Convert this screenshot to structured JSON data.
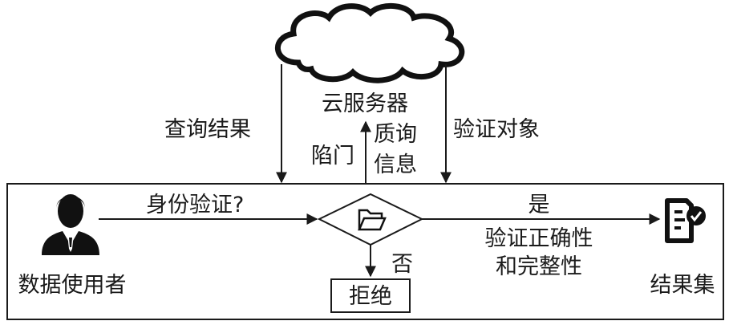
{
  "cloud": {
    "label": "云服务器"
  },
  "flows": {
    "query_result": "查询结果",
    "trapdoor": "陷门",
    "challenge_line1": "质询",
    "challenge_line2": "信息",
    "verify_object": "验证对象",
    "auth_question": "身份验证?",
    "yes": "是",
    "no": "否",
    "verify_line1": "验证正确性",
    "verify_line2": "和完整性"
  },
  "nodes": {
    "user_label": "数据使用者",
    "reject_label": "拒绝",
    "result_set_label": "结果集"
  },
  "icons": {
    "user": "person-silhouette-icon",
    "decision": "folder-icon",
    "result": "document-check-icon"
  }
}
